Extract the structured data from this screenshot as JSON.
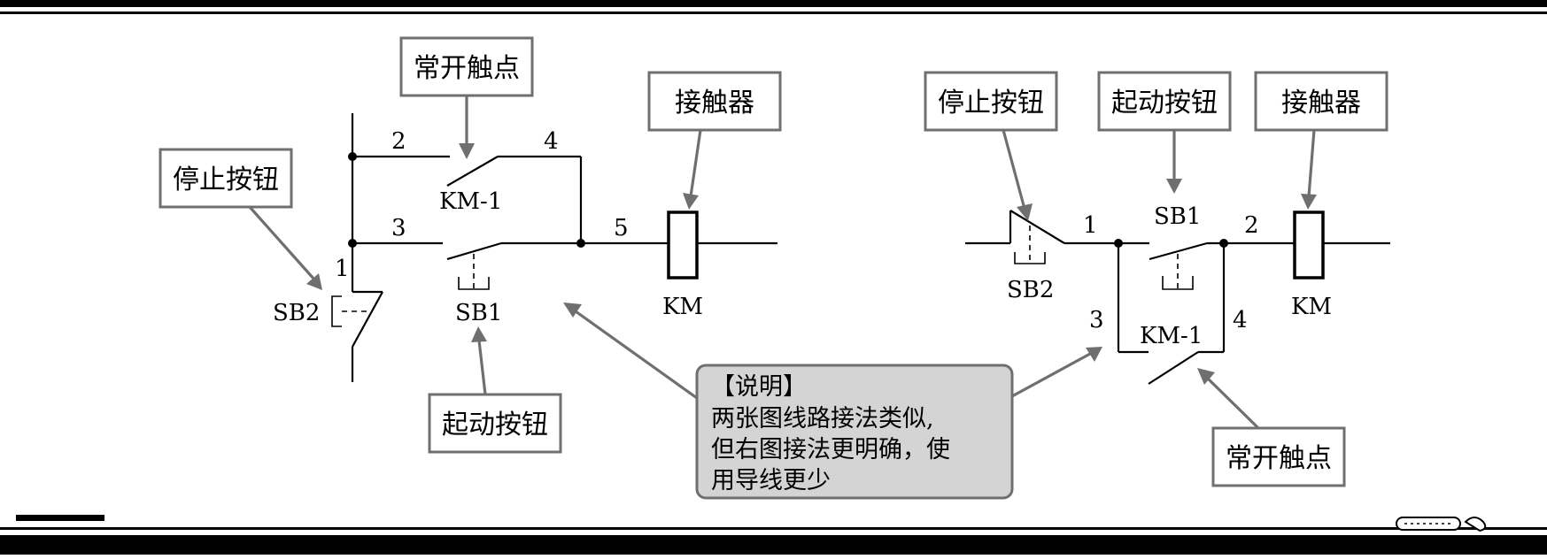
{
  "left_circuit": {
    "callouts": {
      "normally_open": "常开触点",
      "contactor": "接触器",
      "stop_button": "停止按钮",
      "start_button": "起动按钮"
    },
    "wire_numbers": [
      "1",
      "2",
      "3",
      "4",
      "5"
    ],
    "labels": {
      "km1": "KM-1",
      "sb2": "SB2",
      "sb1": "SB1",
      "km": "KM"
    }
  },
  "right_circuit": {
    "callouts": {
      "stop_button": "停止按钮",
      "start_button": "起动按钮",
      "contactor": "接触器",
      "normally_open": "常开触点"
    },
    "wire_numbers": [
      "1",
      "2",
      "3",
      "4"
    ],
    "labels": {
      "sb1": "SB1",
      "sb2": "SB2",
      "km": "KM",
      "km1": "KM-1"
    }
  },
  "note": {
    "title": "【说明】",
    "lines": [
      "两张图线路接法类似,",
      "但右图接法更明确，使",
      "用导线更少"
    ]
  },
  "colors": {
    "arrow": "#6f6f6f",
    "note_fill": "#d4d4d4",
    "frame": "#000000"
  }
}
